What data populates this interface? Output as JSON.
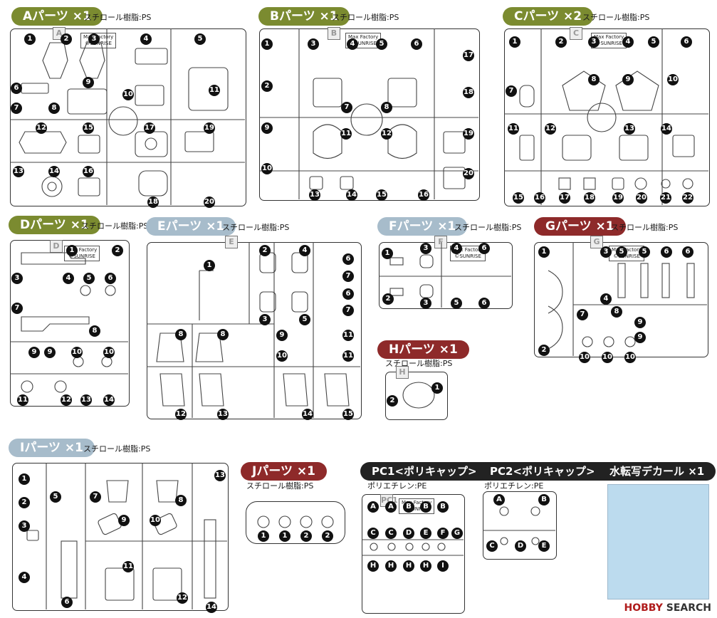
{
  "sheets": [
    {
      "id": "A",
      "title": "Aパーツ ×1",
      "material": "スチロール樹脂:PS",
      "color": "#7b8b30",
      "numbers": [
        "1",
        "2",
        "3",
        "4",
        "5",
        "6",
        "7",
        "8",
        "9",
        "10",
        "11",
        "12",
        "15",
        "17",
        "19",
        "13",
        "14",
        "16",
        "18",
        "20"
      ]
    },
    {
      "id": "B",
      "title": "Bパーツ ×1",
      "material": "スチロール樹脂:PS",
      "color": "#7b8b30",
      "numbers": [
        "1",
        "3",
        "4",
        "5",
        "6",
        "17",
        "2",
        "7",
        "8",
        "18",
        "9",
        "11",
        "12",
        "19",
        "10",
        "20",
        "13",
        "14",
        "15",
        "16"
      ]
    },
    {
      "id": "C",
      "title": "Cパーツ ×2",
      "material": "スチロール樹脂:PS",
      "color": "#7b8b30",
      "numbers": [
        "1",
        "2",
        "3",
        "4",
        "5",
        "6",
        "7",
        "8",
        "9",
        "10",
        "11",
        "12",
        "13",
        "14",
        "15",
        "16",
        "17",
        "18",
        "19",
        "20",
        "21",
        "22"
      ]
    },
    {
      "id": "D",
      "title": "Dパーツ ×1",
      "material": "スチロール樹脂:PS",
      "color": "#7b8b30",
      "numbers": [
        "1",
        "2",
        "3",
        "4",
        "5",
        "6",
        "7",
        "8",
        "9",
        "9",
        "10",
        "10",
        "11",
        "12",
        "13",
        "14"
      ]
    },
    {
      "id": "E",
      "title": "Eパーツ ×1",
      "material": "スチロール樹脂:PS",
      "color": "#a7bccb",
      "numbers": [
        "1",
        "2",
        "4",
        "6",
        "7",
        "6",
        "7",
        "3",
        "5",
        "8",
        "8",
        "9",
        "10",
        "11",
        "11",
        "12",
        "13",
        "14",
        "15"
      ]
    },
    {
      "id": "F",
      "title": "Fパーツ ×1",
      "material": "スチロール樹脂:PS",
      "color": "#a7bccb",
      "numbers": [
        "1",
        "3",
        "4",
        "6",
        "2",
        "3",
        "5",
        "6"
      ]
    },
    {
      "id": "G",
      "title": "Gパーツ ×1",
      "material": "スチロール樹脂:PS",
      "color": "#8e2a2a",
      "numbers": [
        "1",
        "3",
        "5",
        "5",
        "6",
        "6",
        "4",
        "7",
        "8",
        "9",
        "2",
        "9",
        "10",
        "10",
        "10"
      ]
    },
    {
      "id": "H",
      "title": "Hパーツ ×1",
      "material": "スチロール樹脂:PS",
      "color": "#8e2a2a",
      "numbers": [
        "1",
        "2"
      ]
    },
    {
      "id": "I",
      "title": "Iパーツ ×1",
      "material": "スチロール樹脂:PS",
      "color": "#a7bccb",
      "numbers": [
        "1",
        "5",
        "7",
        "8",
        "13",
        "2",
        "9",
        "10",
        "3",
        "4",
        "11",
        "6",
        "12",
        "14"
      ]
    },
    {
      "id": "J",
      "title": "Jパーツ ×1",
      "material": "スチロール樹脂:PS",
      "color": "#8e2a2a",
      "numbers": [
        "1",
        "1",
        "2",
        "2"
      ]
    },
    {
      "id": "PC1",
      "title": "PC1<ポリキャップ> ×2",
      "material": "ポリエチレン:PE",
      "color": "#222222",
      "letters": [
        "A",
        "A",
        "B",
        "B",
        "B",
        "C",
        "C",
        "D",
        "E",
        "F",
        "G",
        "H",
        "H",
        "H",
        "H",
        "I"
      ]
    },
    {
      "id": "PC2",
      "title": "PC2<ポリキャップ> ×1",
      "material": "ポリエチレン:PE",
      "color": "#222222",
      "letters": [
        "A",
        "B",
        "C",
        "D",
        "E"
      ]
    },
    {
      "id": "DECAL",
      "title": "水転写デカール ×1",
      "material": "",
      "color": "#222222"
    }
  ],
  "runner_tag": {
    "line1": "Max Factory",
    "line2": "©SUNRISE"
  },
  "watermark": {
    "brand": "HOBBY",
    "suffix": "SEARCH"
  }
}
